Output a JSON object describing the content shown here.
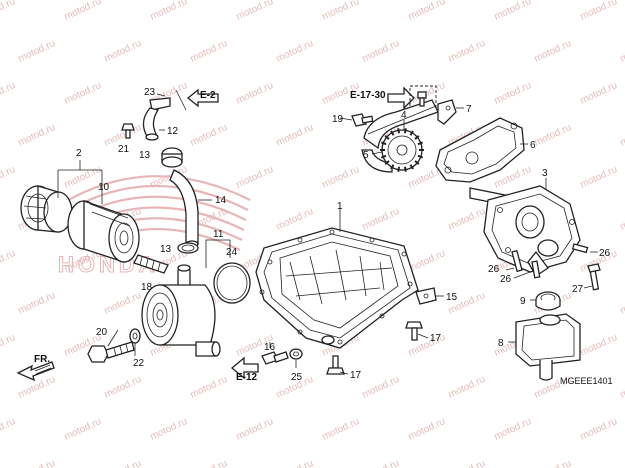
{
  "watermark": "motod.ru",
  "brand_mark": "HONDA",
  "diagram_code": "MGEEE1401",
  "direction_label": "FR.",
  "references": [
    {
      "id": "e2",
      "text": "E-2"
    },
    {
      "id": "e1730",
      "text": "E-17-30"
    },
    {
      "id": "e12",
      "text": "E-12"
    }
  ],
  "callouts": [
    {
      "id": "c1",
      "text": "1"
    },
    {
      "id": "c2",
      "text": "2"
    },
    {
      "id": "c3",
      "text": "3"
    },
    {
      "id": "c4",
      "text": "4"
    },
    {
      "id": "c5",
      "text": "5"
    },
    {
      "id": "c6",
      "text": "6"
    },
    {
      "id": "c7",
      "text": "7"
    },
    {
      "id": "c8",
      "text": "8"
    },
    {
      "id": "c9",
      "text": "9"
    },
    {
      "id": "c10",
      "text": "10"
    },
    {
      "id": "c11",
      "text": "11"
    },
    {
      "id": "c12",
      "text": "12"
    },
    {
      "id": "c13a",
      "text": "13"
    },
    {
      "id": "c13b",
      "text": "13"
    },
    {
      "id": "c14",
      "text": "14"
    },
    {
      "id": "c15",
      "text": "15"
    },
    {
      "id": "c16",
      "text": "16"
    },
    {
      "id": "c17a",
      "text": "17"
    },
    {
      "id": "c17b",
      "text": "17"
    },
    {
      "id": "c18",
      "text": "18"
    },
    {
      "id": "c19",
      "text": "19"
    },
    {
      "id": "c20",
      "text": "20"
    },
    {
      "id": "c21",
      "text": "21"
    },
    {
      "id": "c22",
      "text": "22"
    },
    {
      "id": "c23",
      "text": "23"
    },
    {
      "id": "c24",
      "text": "24"
    },
    {
      "id": "c25",
      "text": "25"
    },
    {
      "id": "c26a",
      "text": "26"
    },
    {
      "id": "c26b",
      "text": "26"
    },
    {
      "id": "c26c",
      "text": "26"
    },
    {
      "id": "c27",
      "text": "27"
    }
  ]
}
